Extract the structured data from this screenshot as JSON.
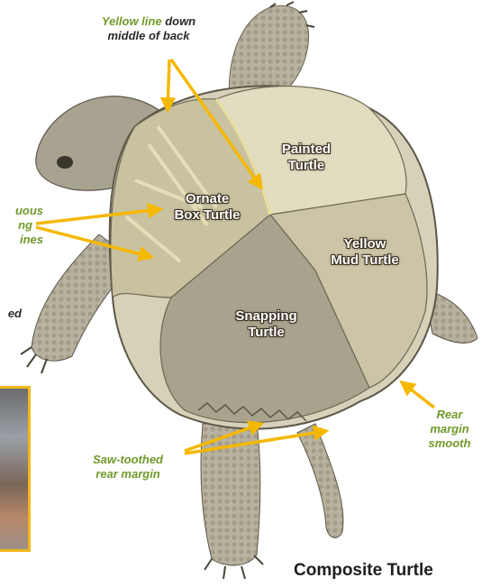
{
  "title": "Composite Turtle",
  "segments": {
    "painted": [
      "Painted",
      "Turtle"
    ],
    "ornate": [
      "Ornate",
      "Box Turtle"
    ],
    "yellow_mud": [
      "Yellow",
      "Mud Turtle"
    ],
    "snapping": [
      "Snapping",
      "Turtle"
    ]
  },
  "callouts": {
    "yellow_line": {
      "highlight": "Yellow line",
      "rest1": " down",
      "rest2": "middle of back"
    },
    "continuous_lines": {
      "line1": "uous",
      "line2": "ng",
      "line3": "ines"
    },
    "rear_smooth": {
      "line1": "Rear",
      "line2": "margin",
      "line3": "smooth"
    },
    "saw_toothed": {
      "line1": "Saw-toothed",
      "line2": "rear margin"
    },
    "fragment_ed": "ed"
  },
  "colors": {
    "arrow": "#f5b800",
    "callout_green": "#6f9a2a",
    "inset_border": "#f2b719"
  }
}
